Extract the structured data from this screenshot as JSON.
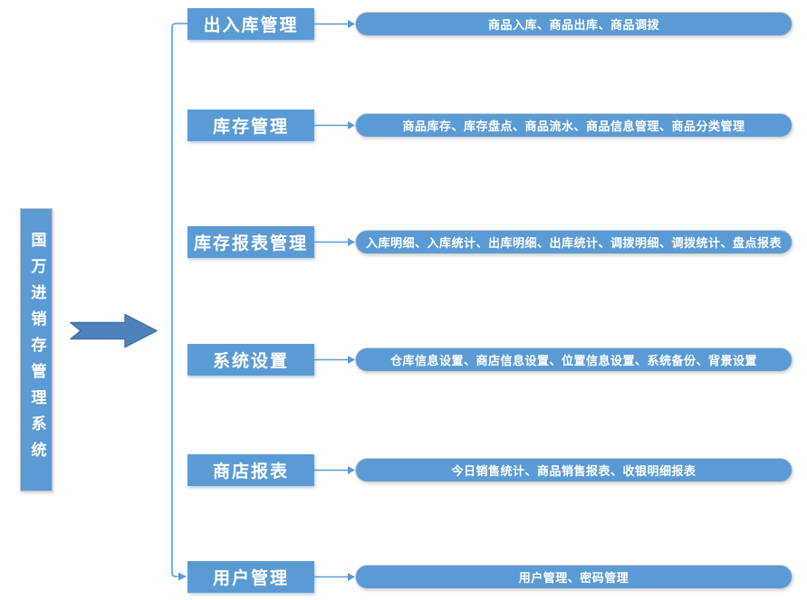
{
  "diagram": {
    "root": {
      "label": "国万进销存管理系统"
    },
    "branches": [
      {
        "label": "出入库管理",
        "detail": "商品入库、商品出库、商品调拨"
      },
      {
        "label": "库存管理",
        "detail": "商品库存、库存盘点、商品流水、商品信息管理、商品分类管理"
      },
      {
        "label": "库存报表管理",
        "detail": "入库明细、入库统计、出库明细、出库统计、调拨明细、调拨统计、盘点报表"
      },
      {
        "label": "系统设置",
        "detail": "仓库信息设置、商店信息设置、位置信息设置、系统备份、背景设置"
      },
      {
        "label": "商店报表",
        "detail": "今日销售统计、商品销售报表、收银明细报表"
      },
      {
        "label": "用户管理",
        "detail": "用户管理、密码管理"
      }
    ],
    "colors": {
      "node_fill": "#5b9bd5",
      "arrow_fill": "#4f81bd",
      "arrow_stroke": "#41719c",
      "connector": "#5b9bd5",
      "root_border": "#bfbfbf",
      "text": "#ffffff"
    }
  }
}
